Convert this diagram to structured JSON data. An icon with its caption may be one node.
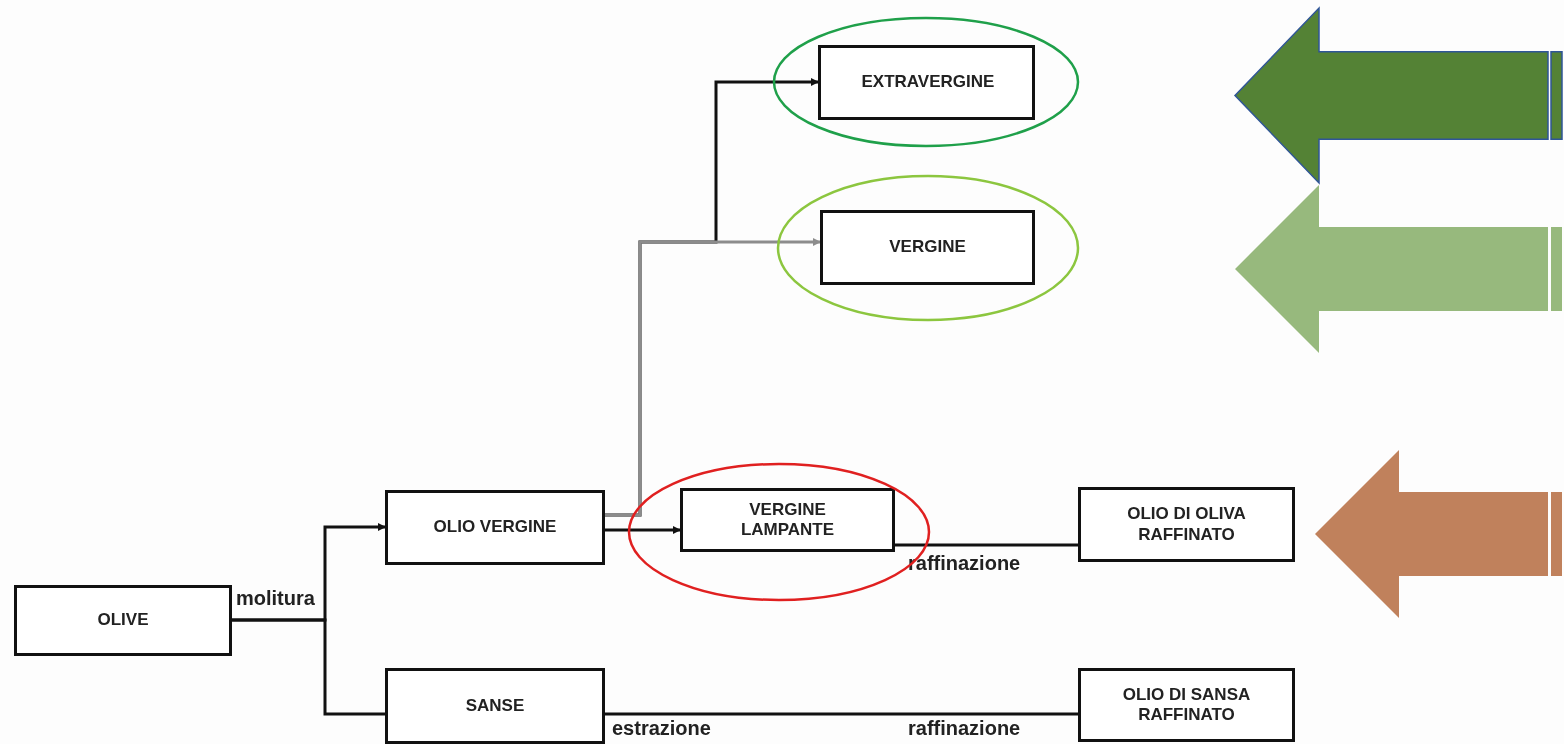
{
  "diagram": {
    "nodes": [
      {
        "text": [
          "OLIVE"
        ]
      },
      {
        "text": [
          "OLIO VERGINE"
        ]
      },
      {
        "text": [
          "SANSE"
        ]
      },
      {
        "text": [
          "EXTRAVERGINE"
        ]
      },
      {
        "text": [
          "VERGINE"
        ]
      },
      {
        "text": [
          "VERGINE LAMPANTE"
        ]
      },
      {
        "text": [
          "OLIO DI OLIVA RAFFINATO"
        ]
      },
      {
        "text": [
          "OLIO DI SANSA RAFFINATO"
        ]
      }
    ],
    "edges": [
      {
        "from": 0,
        "to": 1,
        "arrow": "to",
        "label": "molitura"
      },
      {
        "from": 0,
        "to": 2,
        "arrow": "none"
      },
      {
        "from": 1,
        "to": 3,
        "arrow": "to"
      },
      {
        "from": 1,
        "to": 4,
        "arrow": "to",
        "color": "#8c8c8c"
      },
      {
        "from": 1,
        "to": 5,
        "arrow": "to"
      },
      {
        "from": 5,
        "to": 6,
        "arrow": "none",
        "label": "raffinazione"
      },
      {
        "from": 2,
        "to": 7,
        "arrow": "none",
        "label": "estrazione"
      }
    ],
    "labels": [
      "raffinazione"
    ]
  }
}
